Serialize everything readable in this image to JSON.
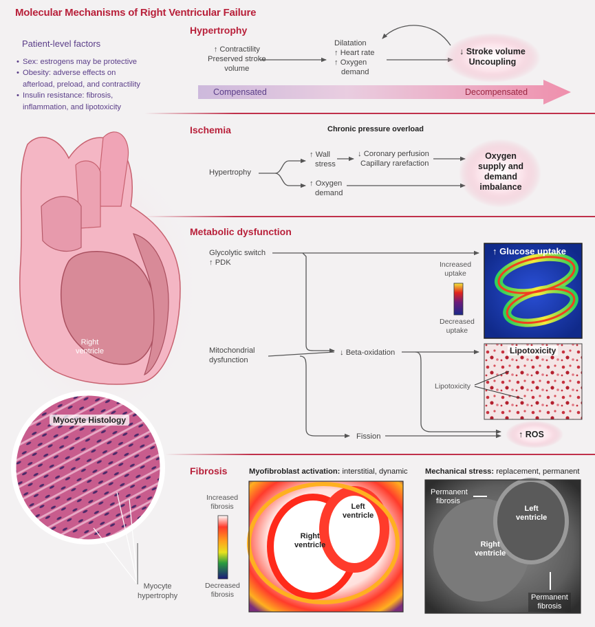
{
  "title": "Molecular Mechanisms of Right Ventricular Failure",
  "patient_factors": {
    "heading": "Patient-level factors",
    "items": [
      [
        "Sex: estrogens may be protective"
      ],
      [
        "Obesity: adverse effects on",
        "afterload, preload, and contractility"
      ],
      [
        "Insulin resistance: fibrosis,",
        "inflammation, and lipotoxicity"
      ]
    ]
  },
  "heart": {
    "rv_label": [
      "Right",
      "ventricle"
    ],
    "histology_label": "Myocyte Histology",
    "hypertrophy_label": [
      "Myocyte",
      "hypertrophy"
    ]
  },
  "hypertrophy": {
    "heading": "Hypertrophy",
    "left": [
      "↑ Contractility",
      "Preserved stroke",
      "volume"
    ],
    "mid": [
      "Dilatation",
      "↑ Heart rate",
      "↑ Oxygen",
      "demand"
    ],
    "right": [
      "↓ Stroke volume",
      "Uncoupling"
    ],
    "gradient_left": "Compensated",
    "gradient_right": "Decompensated"
  },
  "ischemia": {
    "heading": "Ischemia",
    "subheading": "Chronic pressure overload",
    "start": "Hypertrophy",
    "wall_stress": [
      "↑ Wall",
      "stress"
    ],
    "oxygen_demand": [
      "↑ Oxygen",
      "demand"
    ],
    "perfusion": [
      "↓ Coronary perfusion",
      "Capillary rarefaction"
    ],
    "result": [
      "Oxygen",
      "supply and",
      "demand",
      "imbalance"
    ]
  },
  "metabolic": {
    "heading": "Metabolic dysfunction",
    "glycolytic": [
      "Glycolytic switch",
      "↑ PDK"
    ],
    "mito": [
      "Mitochondrial",
      "dysfunction"
    ],
    "beta": "↓ Beta-oxidation",
    "fission": "Fission",
    "ros": "↑ ROS",
    "scale_top": [
      "Increased",
      "uptake"
    ],
    "scale_bottom": [
      "Decreased",
      "uptake"
    ],
    "glucose_label": "↑ Glucose uptake",
    "lipo_title": "Lipotoxicity",
    "lipo_pointer": "Lipotoxicity"
  },
  "fibrosis": {
    "heading": "Fibrosis",
    "myo_bold": "Myofibroblast activation:",
    "myo_rest": " interstitial, dynamic",
    "mech_bold": "Mechanical stress:",
    "mech_rest": " replacement, permanent",
    "scale_top": [
      "Increased",
      "fibrosis"
    ],
    "scale_bottom": [
      "Decreased",
      "fibrosis"
    ],
    "rv": [
      "Right",
      "ventricle"
    ],
    "lv": [
      "Left",
      "ventricle"
    ],
    "perm1": [
      "Permanent",
      "fibrosis"
    ],
    "perm2": [
      "Permanent",
      "fibrosis"
    ]
  },
  "colors": {
    "accent": "#b8203a",
    "purple": "#5a3d88",
    "background": "#f3f1f2"
  }
}
